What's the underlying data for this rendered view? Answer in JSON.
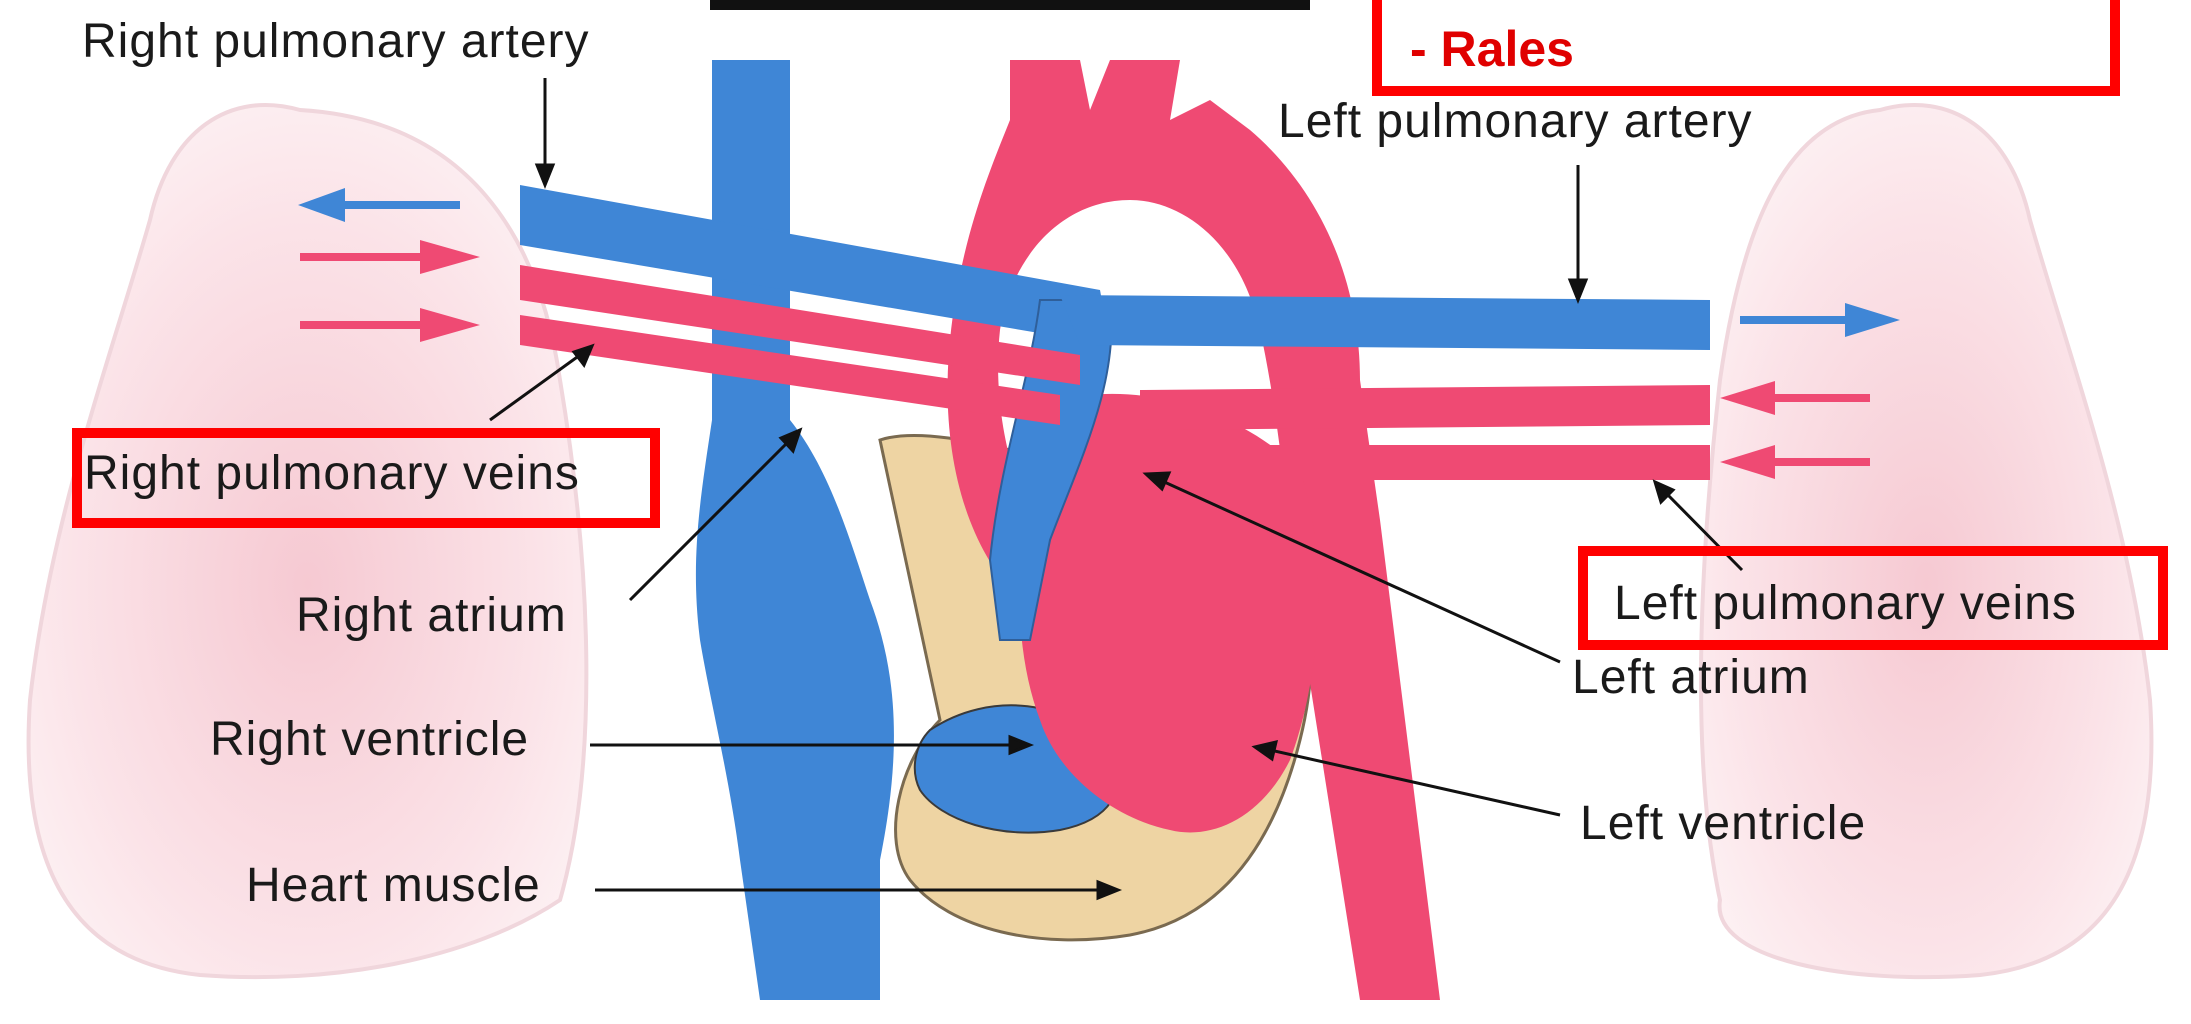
{
  "labels": {
    "right_pulmonary_artery": "Right pulmonary artery",
    "left_pulmonary_artery": "Left pulmonary artery",
    "right_pulmonary_veins": "Right pulmonary veins",
    "left_pulmonary_veins": "Left pulmonary veins",
    "right_atrium": "Right atrium",
    "left_atrium": "Left atrium",
    "right_ventricle": "Right ventricle",
    "left_ventricle": "Left ventricle",
    "heart_muscle": "Heart muscle"
  },
  "callout": {
    "text": "- Rales"
  },
  "colors": {
    "deoxygenated": "#3f86d6",
    "oxygenated": "#ef4a73",
    "muscle": "#eed4a3",
    "lung": "#fbe6ea",
    "highlight": "#ff0000"
  }
}
